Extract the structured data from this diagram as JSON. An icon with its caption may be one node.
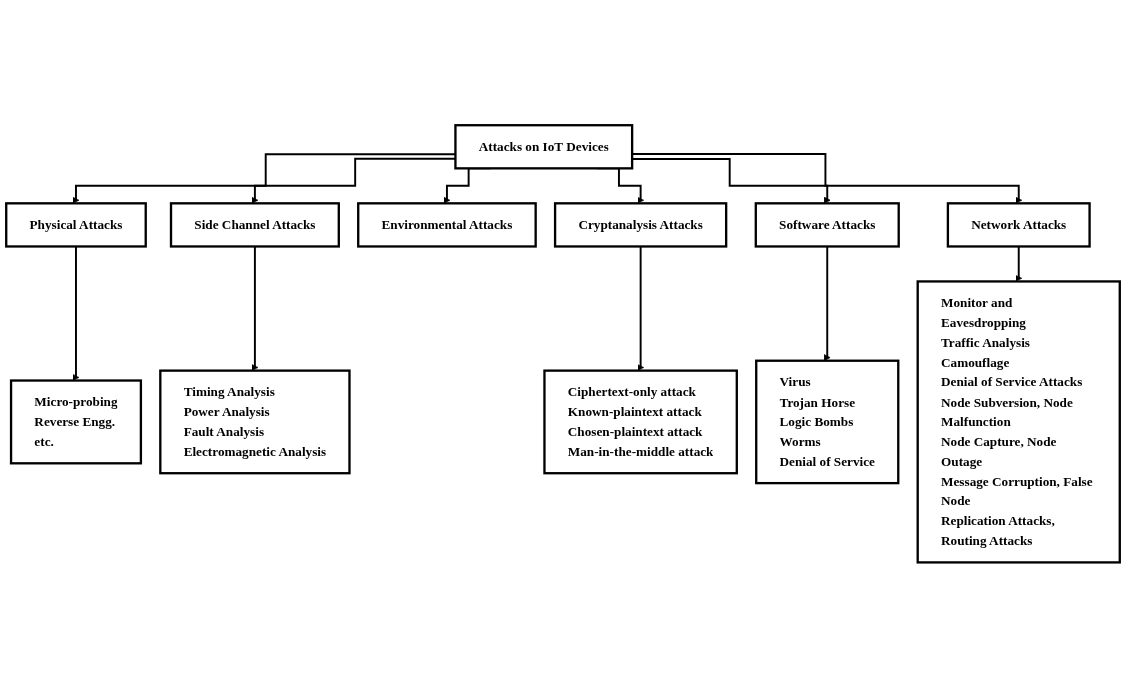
{
  "diagram": {
    "nodes": [
      {
        "text": [
          "Attacks on IoT Devices"
        ]
      },
      {
        "text": [
          "Physical Attacks"
        ]
      },
      {
        "text": [
          "Side Channel Attacks"
        ]
      },
      {
        "text": [
          "Environmental Attacks"
        ]
      },
      {
        "text": [
          "Cryptanalysis Attacks"
        ]
      },
      {
        "text": [
          "Software Attacks"
        ]
      },
      {
        "text": [
          "Network Attacks"
        ]
      },
      {
        "text": [
          "Micro-probing",
          "Reverse Engg.",
          "etc."
        ]
      },
      {
        "text": [
          "Timing Analysis",
          "Power Analysis",
          "Fault Analysis",
          "Electromagnetic Analysis"
        ]
      },
      {
        "text": [
          "Ciphertext-only attack",
          "Known-plaintext attack",
          "Chosen-plaintext attack",
          "Man-in-the-middle attack"
        ]
      },
      {
        "text": [
          "Virus",
          "Trojan Horse",
          "Logic Bombs",
          "Worms",
          "Denial of Service"
        ]
      },
      {
        "text": [
          "Monitor and Eavesdropping",
          "Traffic Analysis",
          "Camouflage",
          "Denial of Service Attacks",
          "Node Subversion, Node Malfunction",
          "Node Capture, Node Outage",
          "Message Corruption, False Node",
          "Replication Attacks, Routing Attacks"
        ]
      }
    ],
    "edges": [
      {
        "from": 0,
        "to": 1,
        "arrow": "to"
      },
      {
        "from": 0,
        "to": 2,
        "arrow": "to"
      },
      {
        "from": 0,
        "to": 3,
        "arrow": "to"
      },
      {
        "from": 0,
        "to": 4,
        "arrow": "to"
      },
      {
        "from": 0,
        "to": 5,
        "arrow": "to"
      },
      {
        "from": 0,
        "to": 6,
        "arrow": "to"
      },
      {
        "from": 1,
        "to": 7,
        "arrow": "to"
      },
      {
        "from": 2,
        "to": 8,
        "arrow": "to"
      },
      {
        "from": 4,
        "to": 9,
        "arrow": "to"
      },
      {
        "from": 5,
        "to": 10,
        "arrow": "to"
      },
      {
        "from": 6,
        "to": 11,
        "arrow": "to"
      }
    ]
  }
}
